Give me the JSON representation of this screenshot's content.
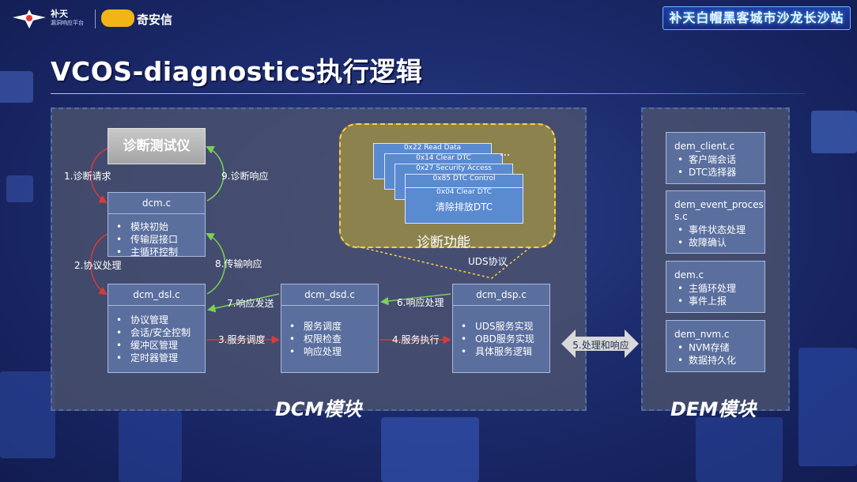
{
  "header": {
    "logo_left_text": "补天",
    "logo_left_sub": "漏洞响应平台",
    "logo_right_text": "奇安信",
    "event_banner": "补天白帽黑客城市沙龙长沙站"
  },
  "slide": {
    "title": "VCOS-diagnostics执行逻辑"
  },
  "dcm": {
    "module_label": "DCM模块",
    "tester_label": "诊断测试仪",
    "dcm_c": {
      "name": "dcm.c",
      "items": [
        "模块初始",
        "传输层接口",
        "主循环控制"
      ]
    },
    "dcm_dsl": {
      "name": "dcm_dsl.c",
      "items": [
        "协议管理",
        "会话/安全控制",
        "缓冲区管理",
        "定时器管理"
      ]
    },
    "dcm_dsd": {
      "name": "dcm_dsd.c",
      "items": [
        "服务调度",
        "权限检查",
        "响应处理"
      ]
    },
    "dcm_dsp": {
      "name": "dcm_dsp.c",
      "items": [
        "UDS服务实现",
        "OBD服务实现",
        "具体服务逻辑"
      ]
    },
    "diag_function": {
      "label": "诊断功能",
      "cards": [
        "0x22 Read Data",
        "0x14 Clear DTC",
        "0x27 Security Access",
        "0x85 DTC Control",
        "0x04 Clear DTC"
      ],
      "front_card_text": "清除排放DTC",
      "ellipsis": "...",
      "protocol_label": "UDS协议"
    },
    "flow": {
      "step1": "1.诊断请求",
      "step2": "2.协议处理",
      "step3": "3.服务调度",
      "step4": "4.服务执行",
      "step6": "6.响应处理",
      "step7": "7.响应发送",
      "step8": "8.传输响应",
      "step9": "9.诊断响应",
      "step5": "5.处理和响应"
    }
  },
  "dem": {
    "module_label": "DEM模块",
    "boxes": [
      {
        "name": "dem_client.c",
        "items": [
          "客户端会话",
          "DTC选择器"
        ]
      },
      {
        "name": "dem_event_process.c",
        "items": [
          "事件状态处理",
          "故障确认"
        ]
      },
      {
        "name": "dem.c",
        "items": [
          "主循环处理",
          "事件上报"
        ]
      },
      {
        "name": "dem_nvm.c",
        "items": [
          "NVM存储",
          "数据持久化"
        ]
      }
    ]
  },
  "colors": {
    "accent_line": "#6ab0ff",
    "arrow_red": "#d73b3b",
    "arrow_green": "#7ccf5a",
    "func_border": "#ffd23c",
    "box_fill": "#5a6f9e"
  }
}
